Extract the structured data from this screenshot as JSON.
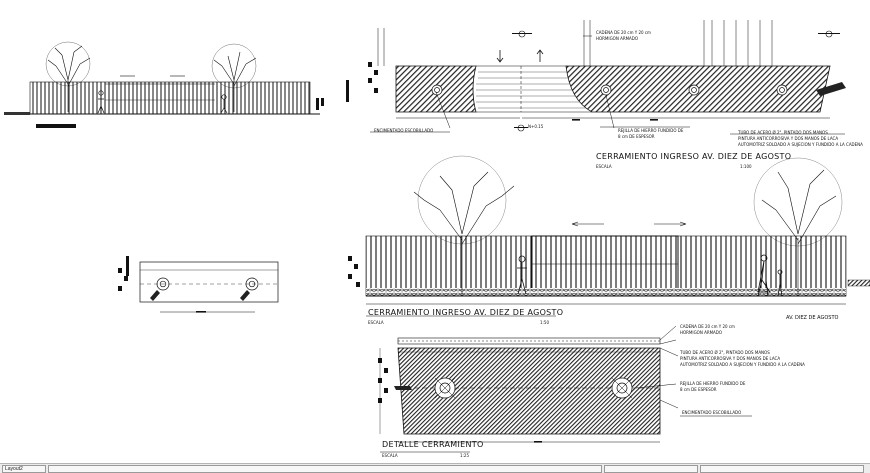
{
  "labels": {
    "encimentado_top": "ENCIMENTADO ESCOBILLADO",
    "n_level": "N+0.15",
    "cadena_top_1": "CADENA DE 20 cm Y 20 cm",
    "cadena_top_2": "HORMIGON ARMADO",
    "rejilla_top_1": "REJILLA DE HIERRO FUNDIDO DE",
    "rejilla_top_2": "8 cm DE ESPESOR",
    "tubo_top_1": "TUBO DE ACERO Ø 2\", PINTADO DOS MANOS",
    "tubo_top_2": "PINTURA ANTICORROSIVA Y DOS MANOS DE LACA",
    "tubo_top_3": "AUTOMOTRIZ SOLDADO A SUJECION Y FUNDIDO A LA CADENA",
    "title_main": "CERRAMIENTO INGRESO AV. DIEZ DE AGOSTO",
    "escala_main": "ESCALA",
    "scale_main": "1:100",
    "title_elev": "CERRAMIENTO INGRESO AV. DIEZ DE AGOSTO",
    "escala_elev": "ESCALA",
    "scale_elev": "1:50",
    "av_label": "AV. DIEZ DE AGOSTO",
    "cadena_bot_1": "CADENA DE 20 cm Y 20 cm",
    "cadena_bot_2": "HORMIGON ARMADO",
    "tubo_bot_1": "TUBO DE ACERO Ø 2\", PINTADO DOS MANOS",
    "tubo_bot_2": "PINTURA ANTICORROSIVA Y DOS MANOS DE LACA",
    "tubo_bot_3": "AUTOMOTRIZ SOLDADO A SUJECION Y FUNDIDO A LA CADENA",
    "rejilla_bot_1": "REJILLA DE HIERRO FUNDIDO DE",
    "rejilla_bot_2": "8 cm DE ESPESOR",
    "encimentado_bot": "ENCIMENTADO ESCOBILLADO",
    "title_detail": "DETALLE CERRAMIENTO",
    "escala_detail": "ESCALA",
    "scale_detail": "1:25"
  },
  "status_bar": {
    "layout_tab": "Layout2"
  },
  "colors": {
    "ink": "#111111",
    "hatch": "#333333",
    "status_bg": "#ececec"
  }
}
